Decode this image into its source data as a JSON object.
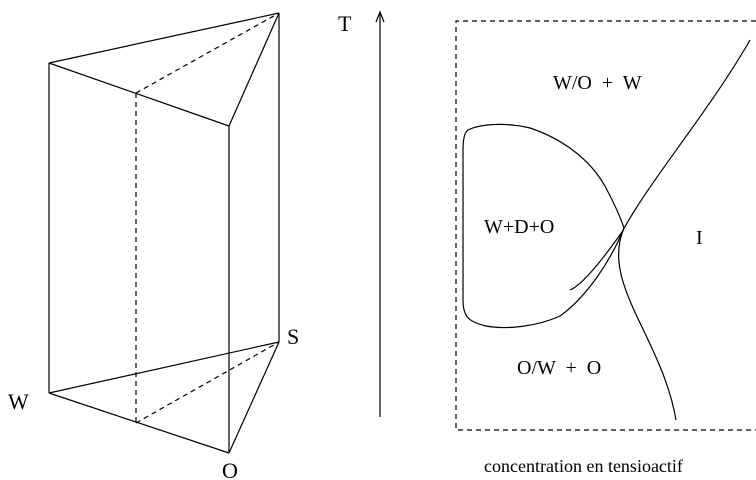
{
  "prism": {
    "vertex_labels": {
      "temperature_axis": "T",
      "water": "W",
      "oil": "O",
      "surfactant": "S"
    }
  },
  "phase_diagram": {
    "regions": {
      "upper": "W/O  +  W",
      "left": "W+D+O",
      "right": "I",
      "lower": "O/W  +  O"
    },
    "x_axis_label": "concentration en tensioactif"
  }
}
